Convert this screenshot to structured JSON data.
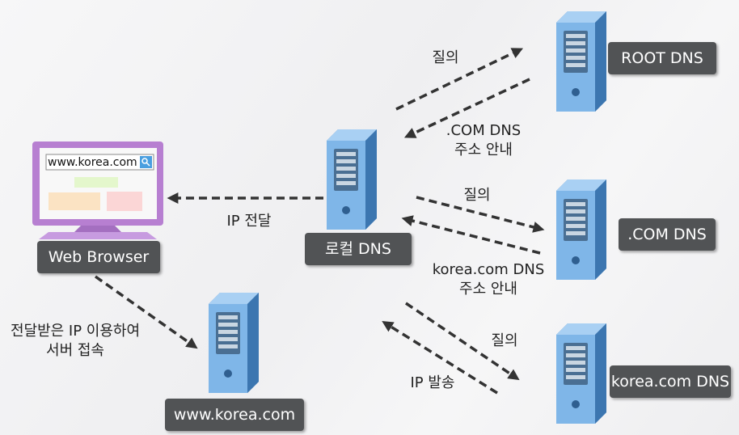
{
  "nodes": {
    "root_dns": "ROOT DNS",
    "com_dns": ".COM DNS",
    "korea_dns": "korea.com DNS",
    "local_dns": "로컬 DNS",
    "web_browser": "Web Browser",
    "web_server": "www.korea.com"
  },
  "browser": {
    "address": "www.korea.com"
  },
  "labels": {
    "query_root": "질의",
    "root_reply_line1": ".COM DNS",
    "root_reply_line2": "주소 안내",
    "query_com": "질의",
    "com_reply_line1": "korea.com DNS",
    "com_reply_line2": "주소 안내",
    "query_korea": "질의",
    "ip_send": "IP 발송",
    "ip_deliver": "IP 전달",
    "access_line1": "전달받은 IP 이용하여",
    "access_line2": "서버 접속"
  },
  "colors": {
    "tag_bg": "#515355",
    "server_light": "#7fb6e8",
    "server_dark": "#4a88c7",
    "monitor_frame": "#b77fd1",
    "arrow": "#333333"
  }
}
